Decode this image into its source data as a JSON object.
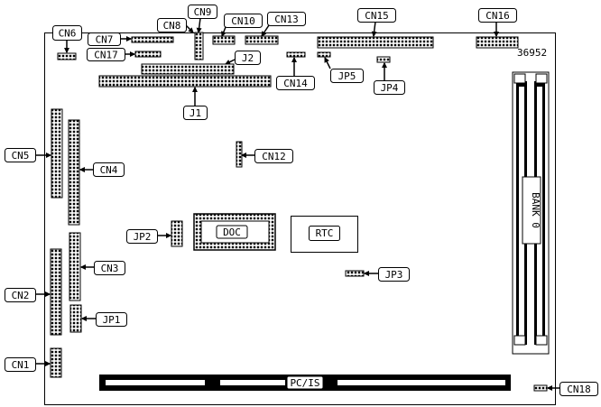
{
  "diagram": {
    "board_number": "36952",
    "bank_label": "BANK 0",
    "chips": {
      "doc": "DOC",
      "rtc": "RTC"
    },
    "slot_label": "PC/IS",
    "callouts": {
      "cn1": "CN1",
      "cn2": "CN2",
      "cn3": "CN3",
      "cn4": "CN4",
      "cn5": "CN5",
      "cn6": "CN6",
      "cn7": "CN7",
      "cn8": "CN8",
      "cn9": "CN9",
      "cn10": "CN10",
      "cn12": "CN12",
      "cn13": "CN13",
      "cn14": "CN14",
      "cn15": "CN15",
      "cn16": "CN16",
      "cn17": "CN17",
      "cn18": "CN18",
      "j1": "J1",
      "j2": "J2",
      "jp1": "JP1",
      "jp2": "JP2",
      "jp3": "JP3",
      "jp4": "JP4",
      "jp5": "JP5"
    }
  },
  "colors": {
    "ink": "#000000",
    "paper": "#ffffff"
  }
}
